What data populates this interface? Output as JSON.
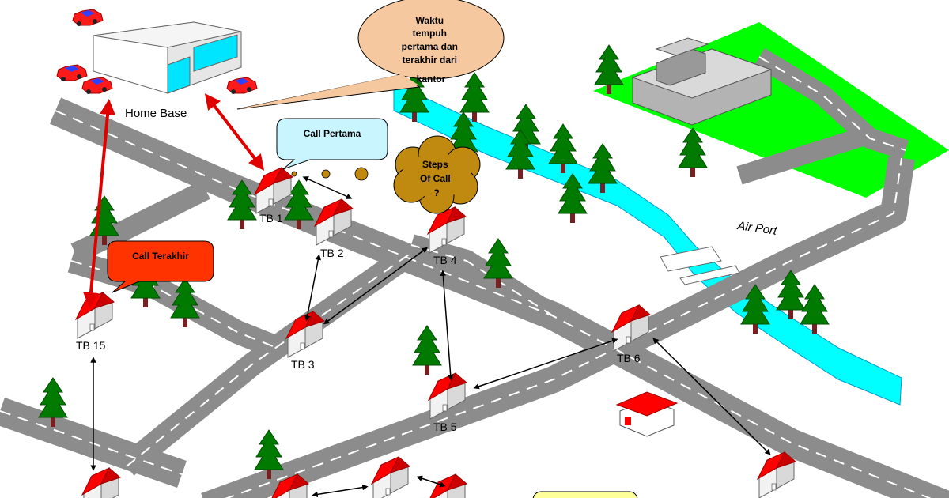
{
  "labels": {
    "home_base": "Home Base",
    "airport": "Air Port",
    "tb1": "TB 1",
    "tb2": "TB 2",
    "tb3": "TB 3",
    "tb4": "TB 4",
    "tb5": "TB 5",
    "tb6": "TB 6",
    "tb15": "TB 15"
  },
  "callouts": {
    "waktu": [
      "Waktu",
      "tempuh",
      "pertama dan",
      "terakhir dari",
      "kantor"
    ],
    "call_pertama": "Call Pertama",
    "call_terakhir": "Call Terakhir",
    "steps": [
      "Steps",
      "Of Call",
      "?"
    ]
  },
  "colors": {
    "road": "#8c8c8c",
    "road_dash": "#ffffff",
    "river": "#00ffff",
    "grass": "#00ff00",
    "tree": "#007a00",
    "trunk": "#7a1f1f",
    "roof": "#ff0000",
    "route_main": "#ff0000",
    "route_sub": "#000000",
    "bubble_waktu": "#f5c8a0",
    "bubble_pertama": "#c8f5ff",
    "bubble_terakhir": "#ff3300",
    "cloud_steps": "#c08a10",
    "note": "#ffff99"
  },
  "icons": [
    "tree-icon",
    "house-icon",
    "car-icon",
    "building-icon",
    "fuel-station-icon"
  ]
}
